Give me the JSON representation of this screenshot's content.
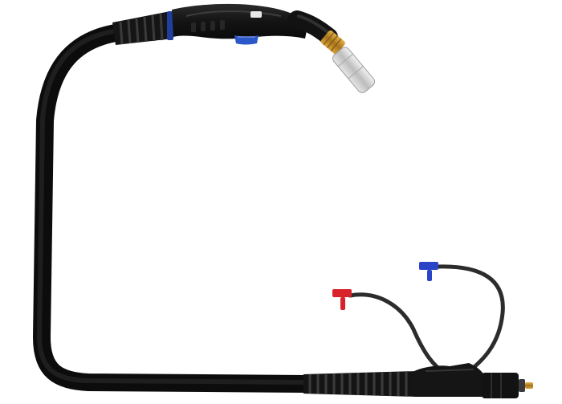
{
  "product": {
    "type": "MIG welding torch with water-cooling hoses",
    "colors": {
      "background": "#ffffff",
      "cable": "#1b1b1b",
      "cable_highlight": "#3a3a3a",
      "handle": "#161616",
      "trigger_accent": "#2b57c9",
      "gooseneck_ring": "#c08a2a",
      "nozzle": "#d6d6d6",
      "hose_red_connector": "#d8232a",
      "hose_blue_connector": "#2a44c8",
      "hose": "#2c2c2c",
      "central_connector_pin": "#b8862a"
    },
    "parts": [
      "torch-handle",
      "trigger",
      "gooseneck",
      "contact-nozzle",
      "main-cable",
      "strain-relief-spring",
      "splitter-block",
      "central-connector",
      "water-hose-red",
      "water-hose-blue"
    ]
  }
}
